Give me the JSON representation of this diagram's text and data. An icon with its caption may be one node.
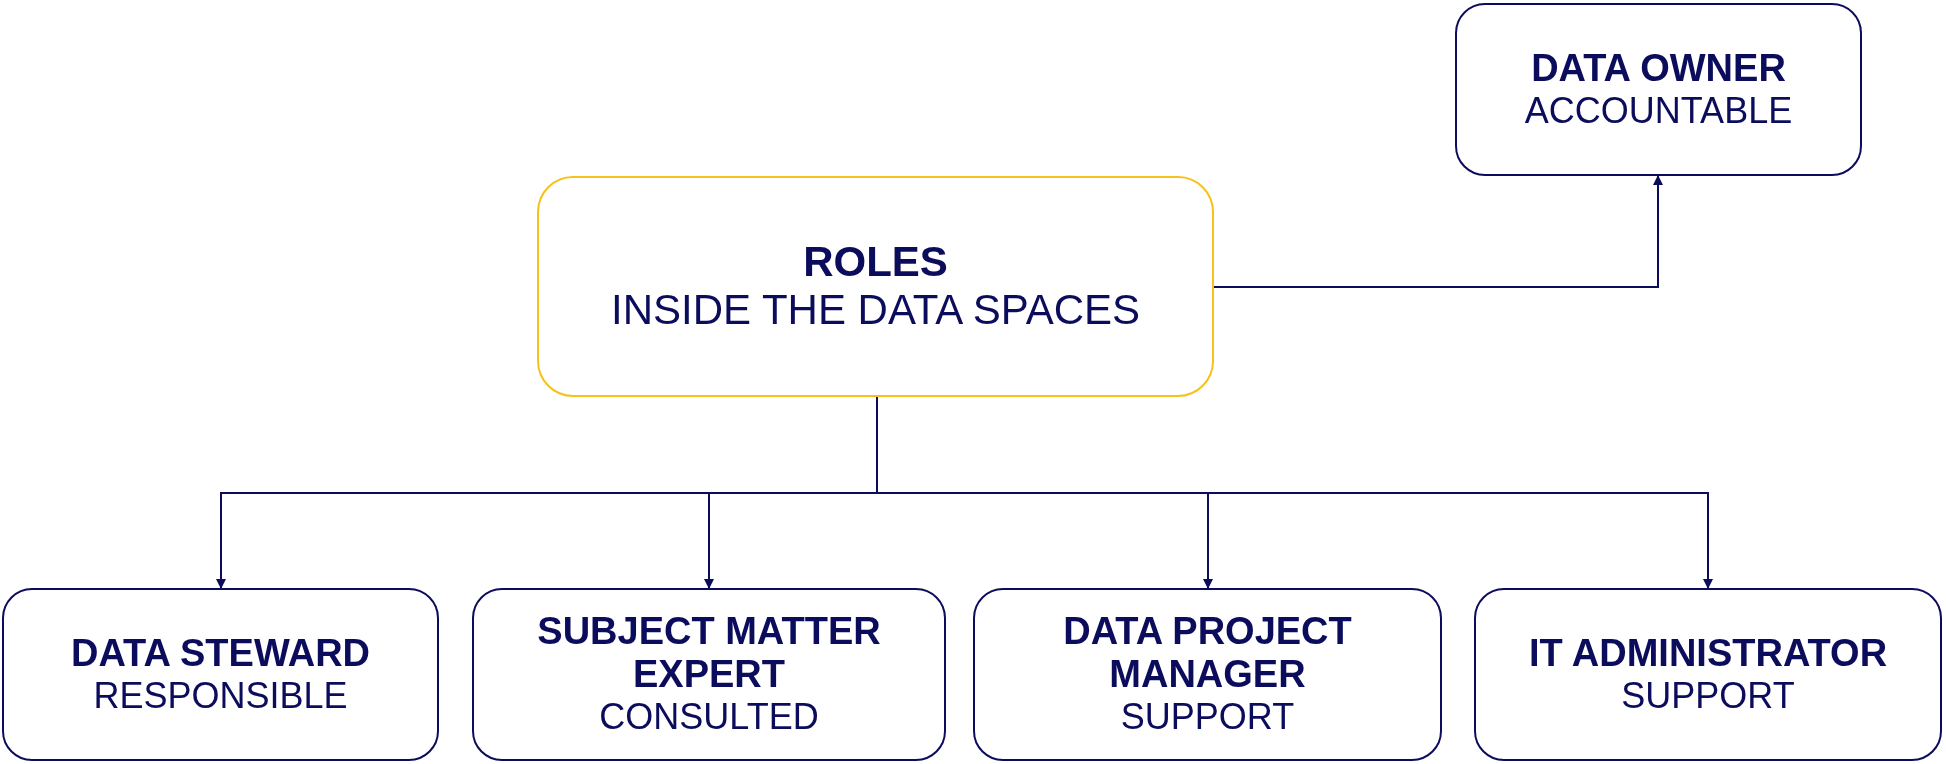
{
  "diagram": {
    "nodes": [
      {
        "text": [
          "DATA OWNER",
          "ACCOUNTABLE"
        ]
      },
      {
        "text": [
          "ROLES",
          "INSIDE THE DATA SPACES"
        ]
      },
      {
        "text": [
          "DATA STEWARD",
          "RESPONSIBLE"
        ]
      },
      {
        "text": [
          "SUBJECT MATTER EXPERT",
          "CONSULTED"
        ]
      },
      {
        "text": [
          "DATA PROJECT MANAGER",
          "SUPPORT"
        ]
      },
      {
        "text": [
          "IT ADMINISTRATOR",
          "SUPPORT"
        ]
      }
    ],
    "edges": [
      {
        "from": 1,
        "to": 0,
        "arrow": "to"
      },
      {
        "from": 1,
        "to": 2,
        "arrow": "to"
      },
      {
        "from": 1,
        "to": 3,
        "arrow": "to"
      },
      {
        "from": 1,
        "to": 4,
        "arrow": "to"
      },
      {
        "from": 1,
        "to": 5,
        "arrow": "to"
      }
    ]
  }
}
